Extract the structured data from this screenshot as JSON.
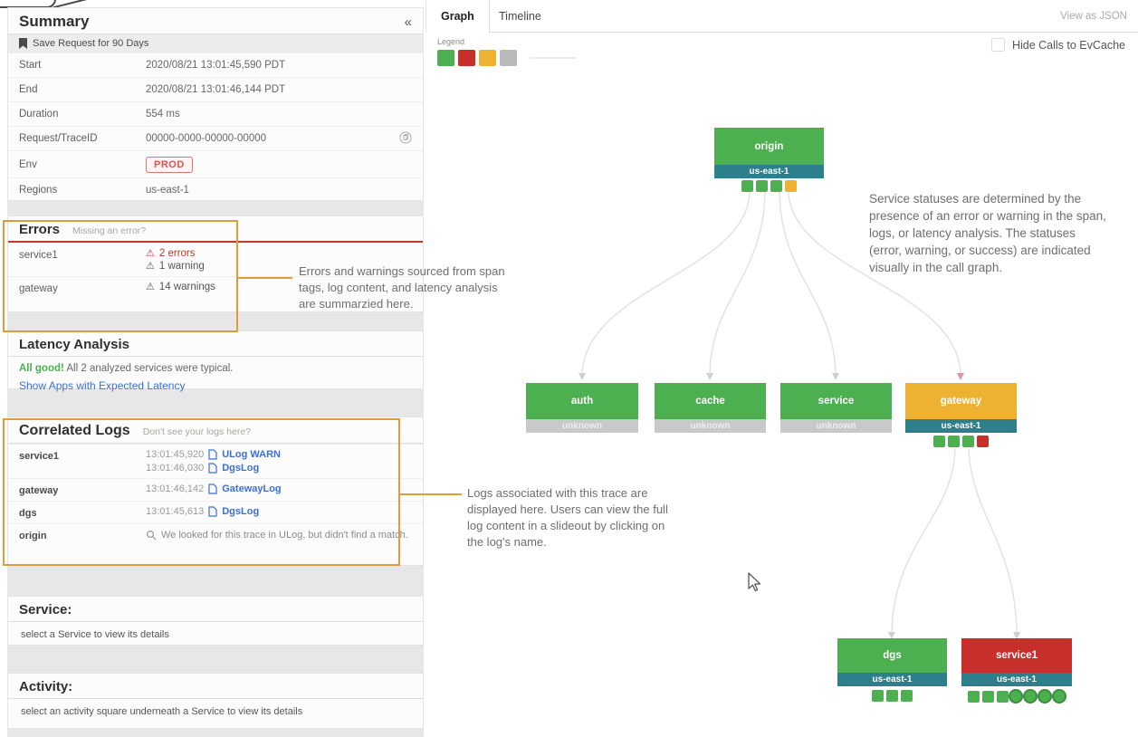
{
  "summary": {
    "title": "Summary",
    "collapse_icon": "«",
    "save_request_label": "Save Request for 90 Days",
    "rows": [
      {
        "label": "Start",
        "value": "2020/08/21 13:01:45,590 PDT"
      },
      {
        "label": "End",
        "value": "2020/08/21 13:01:46,144 PDT"
      },
      {
        "label": "Duration",
        "value": "554 ms"
      },
      {
        "label": "Request/TraceID",
        "value": "00000-0000-00000-00000"
      },
      {
        "label": "Env",
        "value": "PROD"
      },
      {
        "label": "Regions",
        "value": "us-east-1"
      }
    ]
  },
  "errors": {
    "title": "Errors",
    "hint": "Missing an error?",
    "warning_glyph": "⚠",
    "rows": [
      {
        "service": "service1",
        "items": [
          {
            "text": "2 errors",
            "severity": "error"
          },
          {
            "text": "1 warning",
            "severity": "warning"
          }
        ]
      },
      {
        "service": "gateway",
        "items": [
          {
            "text": "14 warnings",
            "severity": "warning"
          }
        ]
      }
    ]
  },
  "latency": {
    "title": "Latency Analysis",
    "status": "All good!",
    "status_detail": "All 2 analyzed services were typical.",
    "link": "Show Apps with Expected Latency"
  },
  "logs": {
    "title": "Correlated Logs",
    "hint": "Don't see your logs here?",
    "rows": [
      {
        "service": "service1",
        "entries": [
          {
            "time": "13:01:45,920",
            "link": "ULog WARN"
          },
          {
            "time": "13:01:46,030",
            "link": "DgsLog"
          }
        ]
      },
      {
        "service": "gateway",
        "entries": [
          {
            "time": "13:01:46,142",
            "link": "GatewayLog"
          }
        ]
      },
      {
        "service": "dgs",
        "entries": [
          {
            "time": "13:01:45,613",
            "link": "DgsLog"
          }
        ]
      },
      {
        "service": "origin",
        "no_match": "We looked for this trace in ULog, but didn't find a match."
      }
    ]
  },
  "service_section": {
    "title": "Service:",
    "placeholder": "select a Service to view its details"
  },
  "activity_section": {
    "title": "Activity:",
    "placeholder": "select an activity square underneath a Service to view its details"
  },
  "graph_panel": {
    "tabs": [
      {
        "label": "Graph",
        "active": true
      },
      {
        "label": "Timeline",
        "active": false
      }
    ],
    "view_as_json": "View as JSON",
    "legend_label": "Legend",
    "legend_colors": [
      "#4caf50",
      "#c62f2a",
      "#eeb232",
      "#b9b9b9"
    ],
    "hide_evcache_label": "Hide Calls to EvCache",
    "hide_evcache_checked": false
  },
  "nodes": {
    "origin": {
      "name": "origin",
      "region": "us-east-1",
      "status": "success"
    },
    "auth": {
      "name": "auth",
      "region": "unknown",
      "status": "success"
    },
    "cache": {
      "name": "cache",
      "region": "unknown",
      "status": "success"
    },
    "service": {
      "name": "service",
      "region": "unknown",
      "status": "success"
    },
    "gateway": {
      "name": "gateway",
      "region": "us-east-1",
      "status": "warning"
    },
    "dgs": {
      "name": "dgs",
      "region": "us-east-1",
      "status": "success"
    },
    "service1": {
      "name": "service1",
      "region": "us-east-1",
      "status": "error"
    }
  },
  "activity_squares": {
    "origin": [
      "g",
      "g",
      "g",
      "y"
    ],
    "gateway": [
      "g",
      "g",
      "g",
      "r"
    ],
    "dgs": [
      "g",
      "g",
      "g"
    ],
    "service1": [
      "g",
      "g",
      "g",
      "c",
      "c",
      "c",
      "c"
    ]
  },
  "annotations": {
    "errors_note": "Errors and warnings sourced from span tags, log content, and latency analysis are summarzied here.",
    "logs_note": "Logs associated with this trace are displayed here. Users can view the full log content in a slideout by clicking on the log's name.",
    "status_note": "Service statuses are determined by the presence of an error or warning in the span, logs, or latency analysis. The statuses (error, warning, or success) are indicated visually in the call graph."
  },
  "colors": {
    "success_green": "#4caf50",
    "error_red": "#c62f2a",
    "warning_yellow": "#eeb232",
    "neutral_gray": "#b9b9b9",
    "region_teal": "#2e7f8c",
    "annotation_orange": "#dd9d3e",
    "link_blue": "#3b6fd4"
  }
}
